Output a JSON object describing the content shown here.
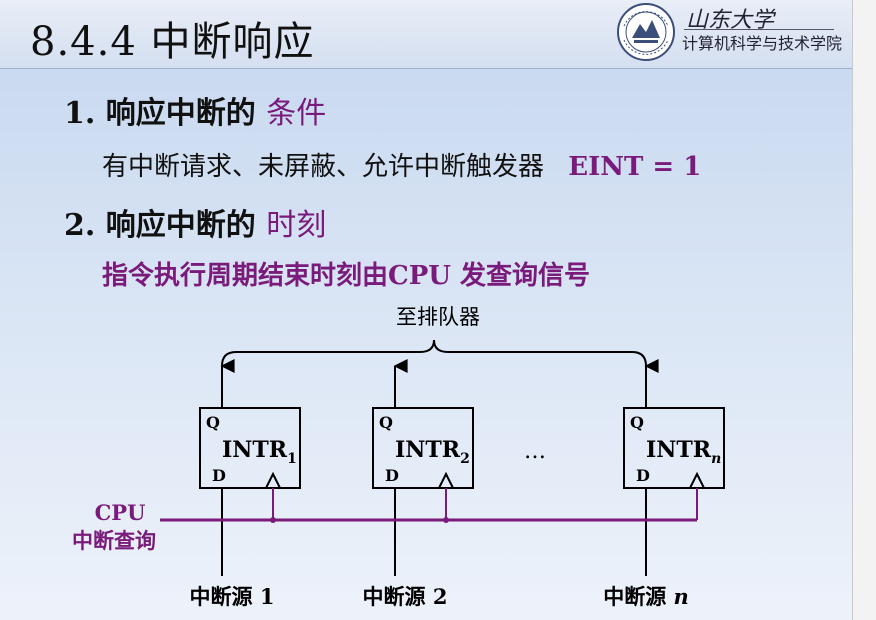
{
  "slide": {
    "title": "8.4.4 中断响应",
    "logo": {
      "university": "山东大学",
      "department": "计算机科学与技术学院"
    },
    "point1": {
      "label": "1. 响应中断的 ",
      "highlight": "条件"
    },
    "condition_text": "有中断请求、未屏蔽、允许中断触发器",
    "condition_formula": "EINT = 1",
    "point2": {
      "label": "2. 响应中断的 ",
      "highlight": "时刻"
    },
    "timing_text": "指令执行周期结束时刻由CPU 发查询信号"
  },
  "diagram": {
    "top_label": "至排队器",
    "registers": [
      {
        "name": "INTR",
        "subscript": "1",
        "q_label": "Q",
        "d_label": "D",
        "source_label": "中断源 ",
        "source_index": "1"
      },
      {
        "name": "INTR",
        "subscript": "2",
        "q_label": "Q",
        "d_label": "D",
        "source_label": "中断源 ",
        "source_index": "2"
      },
      {
        "name": "INTR",
        "subscript": "n",
        "q_label": "Q",
        "d_label": "D",
        "source_label": "中断源 ",
        "source_index": "n"
      }
    ],
    "ellipsis": "…",
    "cpu_label_line1": "CPU",
    "cpu_label_line2": "中断查询",
    "colors": {
      "line": "#000000",
      "query_line": "#7a1a7a"
    }
  }
}
